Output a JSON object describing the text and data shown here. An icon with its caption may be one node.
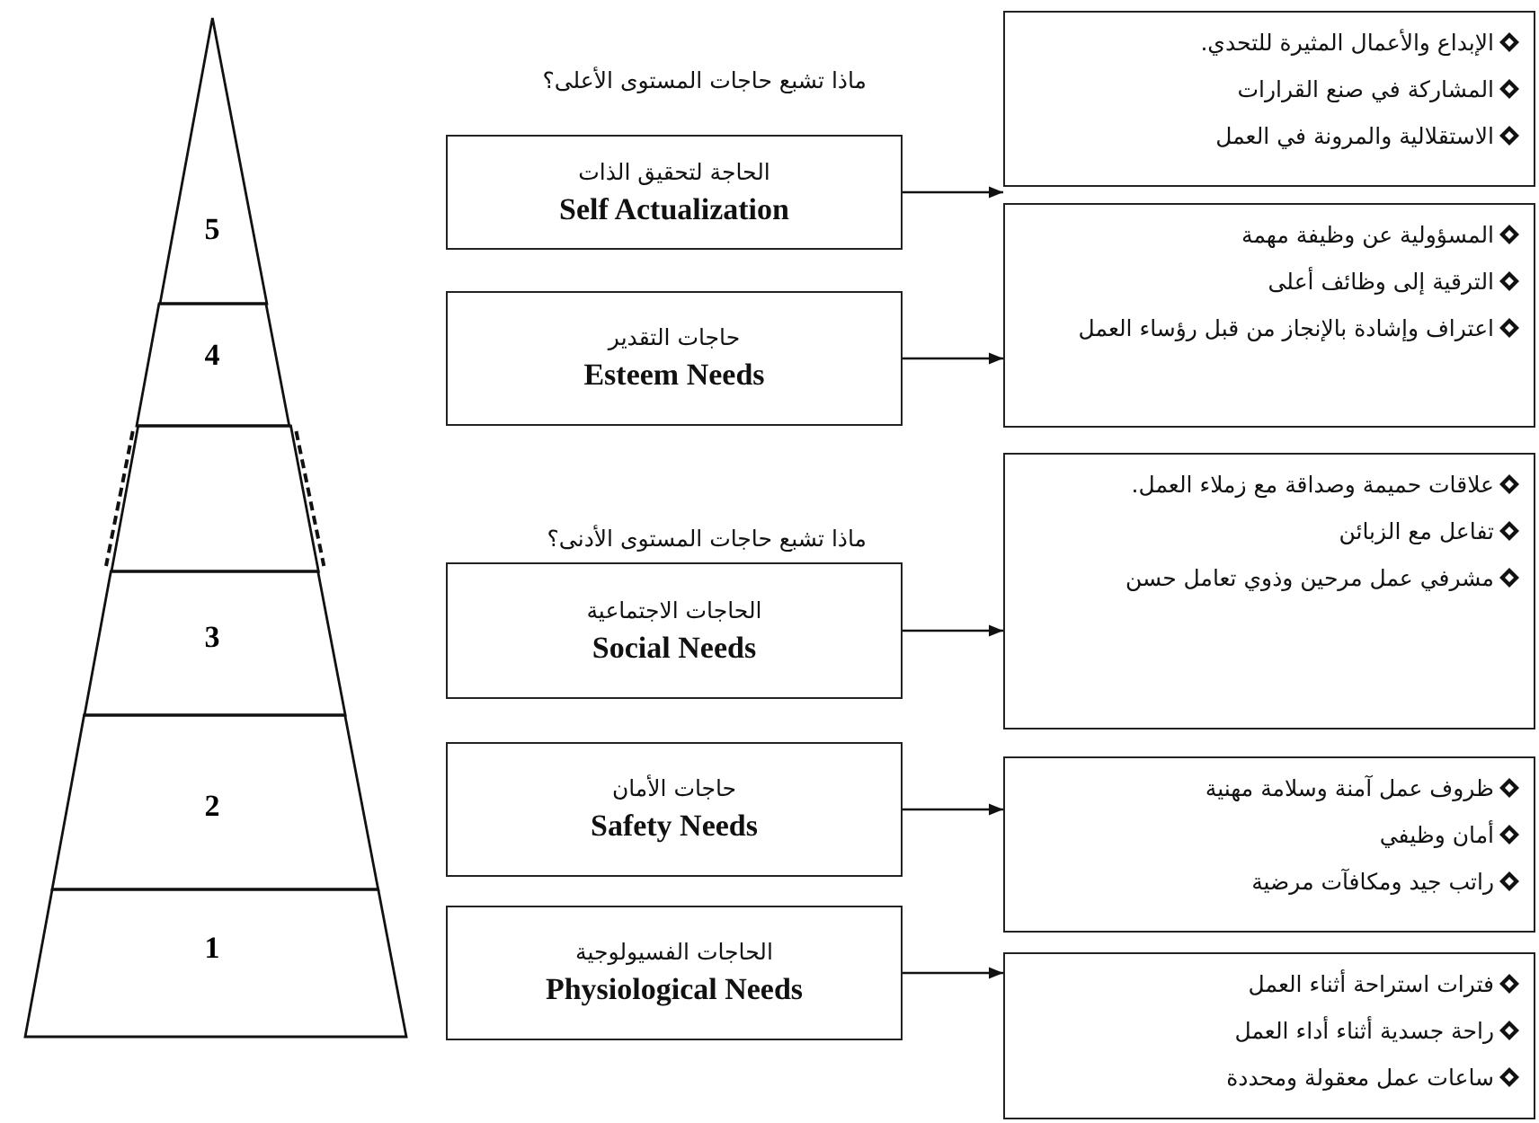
{
  "diagram": {
    "nodes": [
      {
        "text": [
          "5"
        ]
      },
      {
        "text": [
          "4"
        ]
      },
      {
        "text": [],
        "shape": "band"
      },
      {
        "text": [
          "3"
        ]
      },
      {
        "text": [
          "2"
        ]
      },
      {
        "text": [
          "1"
        ]
      },
      {
        "text": [
          "الحاجة لتحقيق الذات",
          "Self Actualization"
        ]
      },
      {
        "text": [
          "الإبداع والأعمال المثيرة للتحدي.",
          "المشاركة في صنع القرارات",
          "الاستقلالية والمرونة في العمل"
        ]
      },
      {
        "text": [
          "حاجات التقدير",
          "Esteem Needs"
        ]
      },
      {
        "text": [
          "المسؤولية عن وظيفة مهمة",
          "الترقية إلى وظائف أعلى",
          "اعتراف وإشادة بالإنجاز من قبل رؤساء العمل"
        ]
      },
      {
        "text": [
          "الحاجات الاجتماعية",
          "Social Needs"
        ]
      },
      {
        "text": [
          "علاقات حميمة وصداقة مع زملاء العمل.",
          "تفاعل مع الزبائن",
          "مشرفي عمل مرحين وذوي تعامل حسن"
        ]
      },
      {
        "text": [
          "حاجات الأمان",
          "Safety Needs"
        ]
      },
      {
        "text": [
          "ظروف عمل آمنة وسلامة مهنية",
          "أمان وظيفي",
          "راتب جيد ومكافآت مرضية"
        ]
      },
      {
        "text": [
          "الحاجات الفسيولوجية",
          "Physiological Needs"
        ]
      },
      {
        "text": [
          "فترات استراحة أثناء العمل",
          "راحة جسدية أثناء أداء العمل",
          "ساعات عمل معقولة ومحددة"
        ]
      }
    ],
    "edges": [
      {
        "from": 6,
        "to": 7,
        "arrow": "to"
      },
      {
        "from": 8,
        "to": 9,
        "arrow": "to"
      },
      {
        "from": 10,
        "to": 11,
        "arrow": "to"
      },
      {
        "from": 12,
        "to": 13,
        "arrow": "to"
      },
      {
        "from": 14,
        "to": 15,
        "arrow": "to"
      }
    ],
    "labels": [
      "ماذا تشبع حاجات المستوى الأعلى؟",
      "ماذا تشبع حاجات المستوى الأدنى؟"
    ]
  }
}
